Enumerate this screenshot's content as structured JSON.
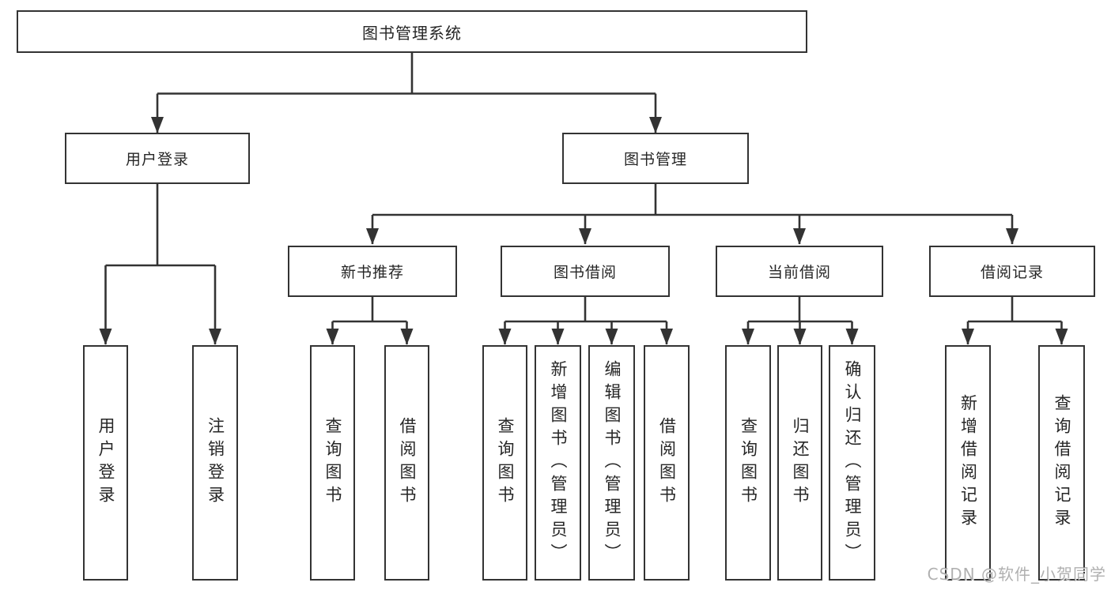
{
  "colors": {
    "line": "#333333",
    "text": "#262626",
    "box_background": "#ffffff",
    "watermark": "#969696"
  },
  "watermark": {
    "text": "CSDN @软件_小贺同学"
  },
  "tree": {
    "root": {
      "label": "图书管理系统",
      "children": [
        {
          "label": "用户登录",
          "children": [
            {
              "label": "用户登录"
            },
            {
              "label": "注销登录"
            }
          ]
        },
        {
          "label": "图书管理",
          "children": [
            {
              "label": "新书推荐",
              "children": [
                {
                  "label": "查询图书"
                },
                {
                  "label": "借阅图书"
                }
              ]
            },
            {
              "label": "图书借阅",
              "children": [
                {
                  "label": "查询图书"
                },
                {
                  "label": "新增图书（管理员）"
                },
                {
                  "label": "编辑图书（管理员）"
                },
                {
                  "label": "借阅图书"
                }
              ]
            },
            {
              "label": "当前借阅",
              "children": [
                {
                  "label": "查询图书"
                },
                {
                  "label": "归还图书"
                },
                {
                  "label": "确认归还（管理员）"
                }
              ]
            },
            {
              "label": "借阅记录",
              "children": [
                {
                  "label": "新增借阅记录"
                },
                {
                  "label": "查询借阅记录"
                }
              ]
            }
          ]
        }
      ]
    }
  }
}
